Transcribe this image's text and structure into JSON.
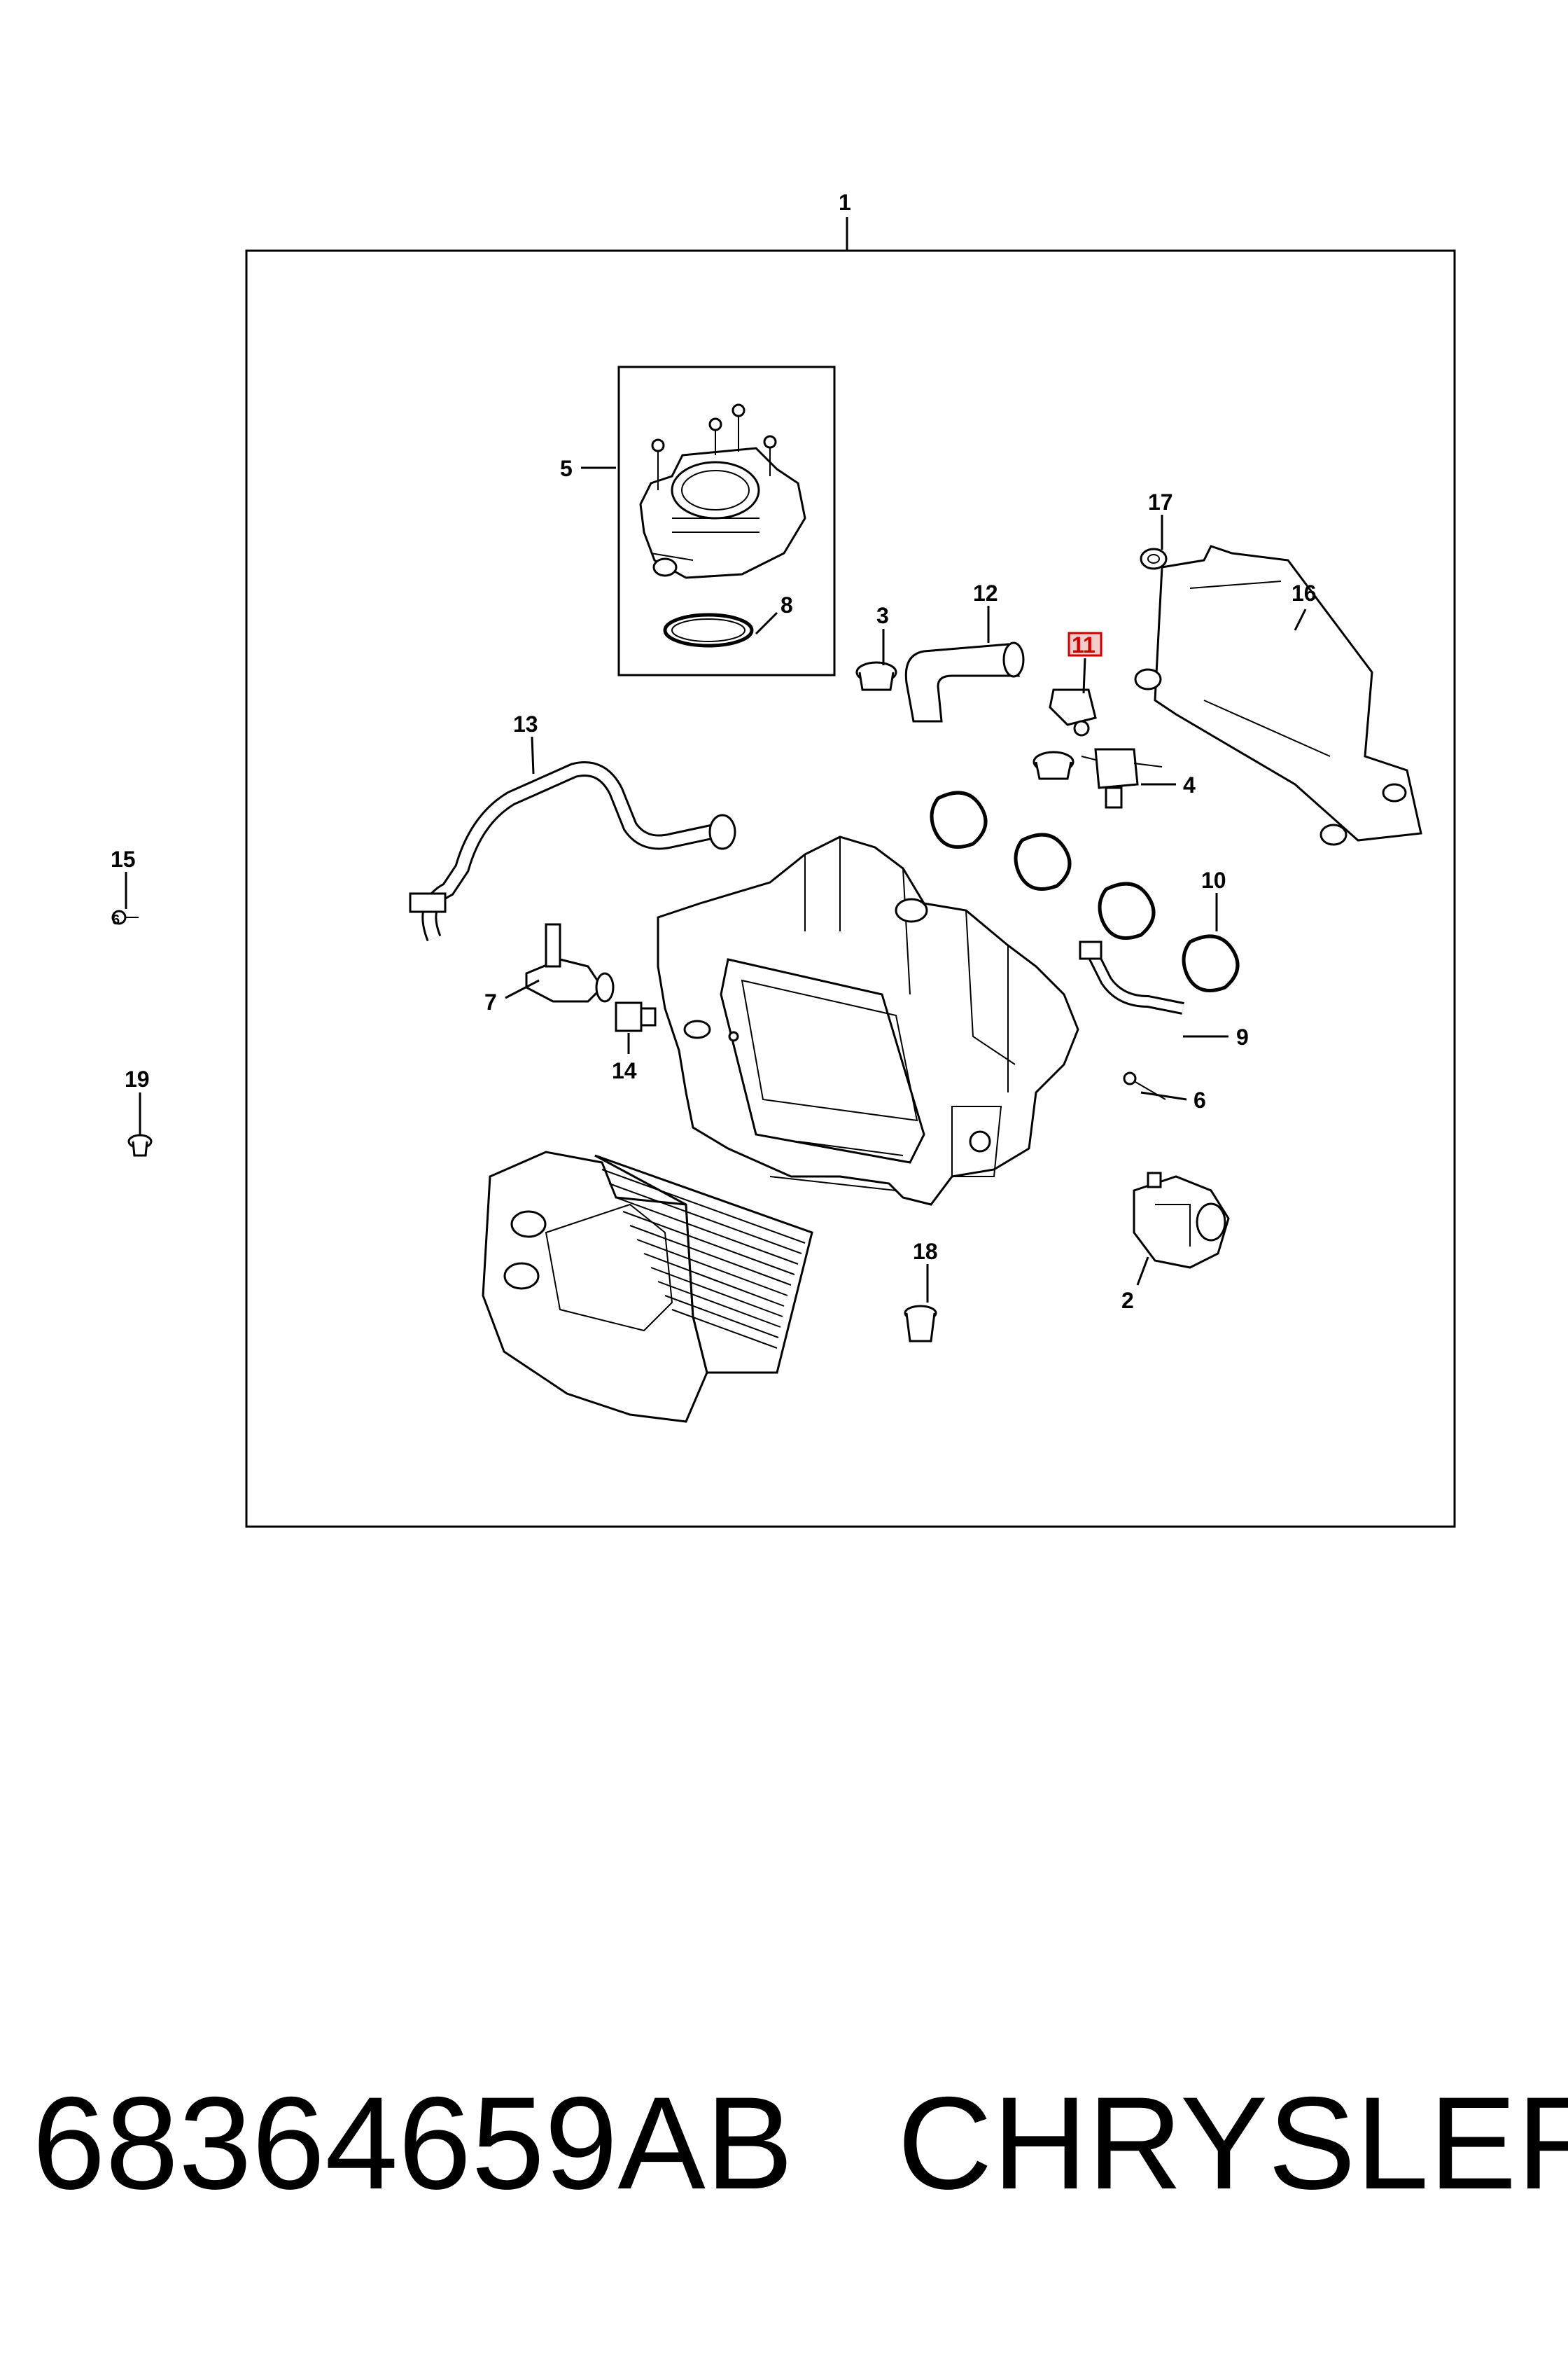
{
  "callouts": {
    "c1": "1",
    "c2": "2",
    "c3": "3",
    "c4": "4",
    "c5": "5",
    "c6a": "6",
    "c6b": "6",
    "c7": "7",
    "c8": "8",
    "c9": "9",
    "c10": "10",
    "c11": "11",
    "c12": "12",
    "c13": "13",
    "c14": "14",
    "c15": "15",
    "c16": "16",
    "c17": "17",
    "c18": "18",
    "c19": "19"
  },
  "highlight_color": "#cc0000",
  "footer": {
    "part_number": "68364659AB",
    "brand": "CHRYSLER"
  }
}
